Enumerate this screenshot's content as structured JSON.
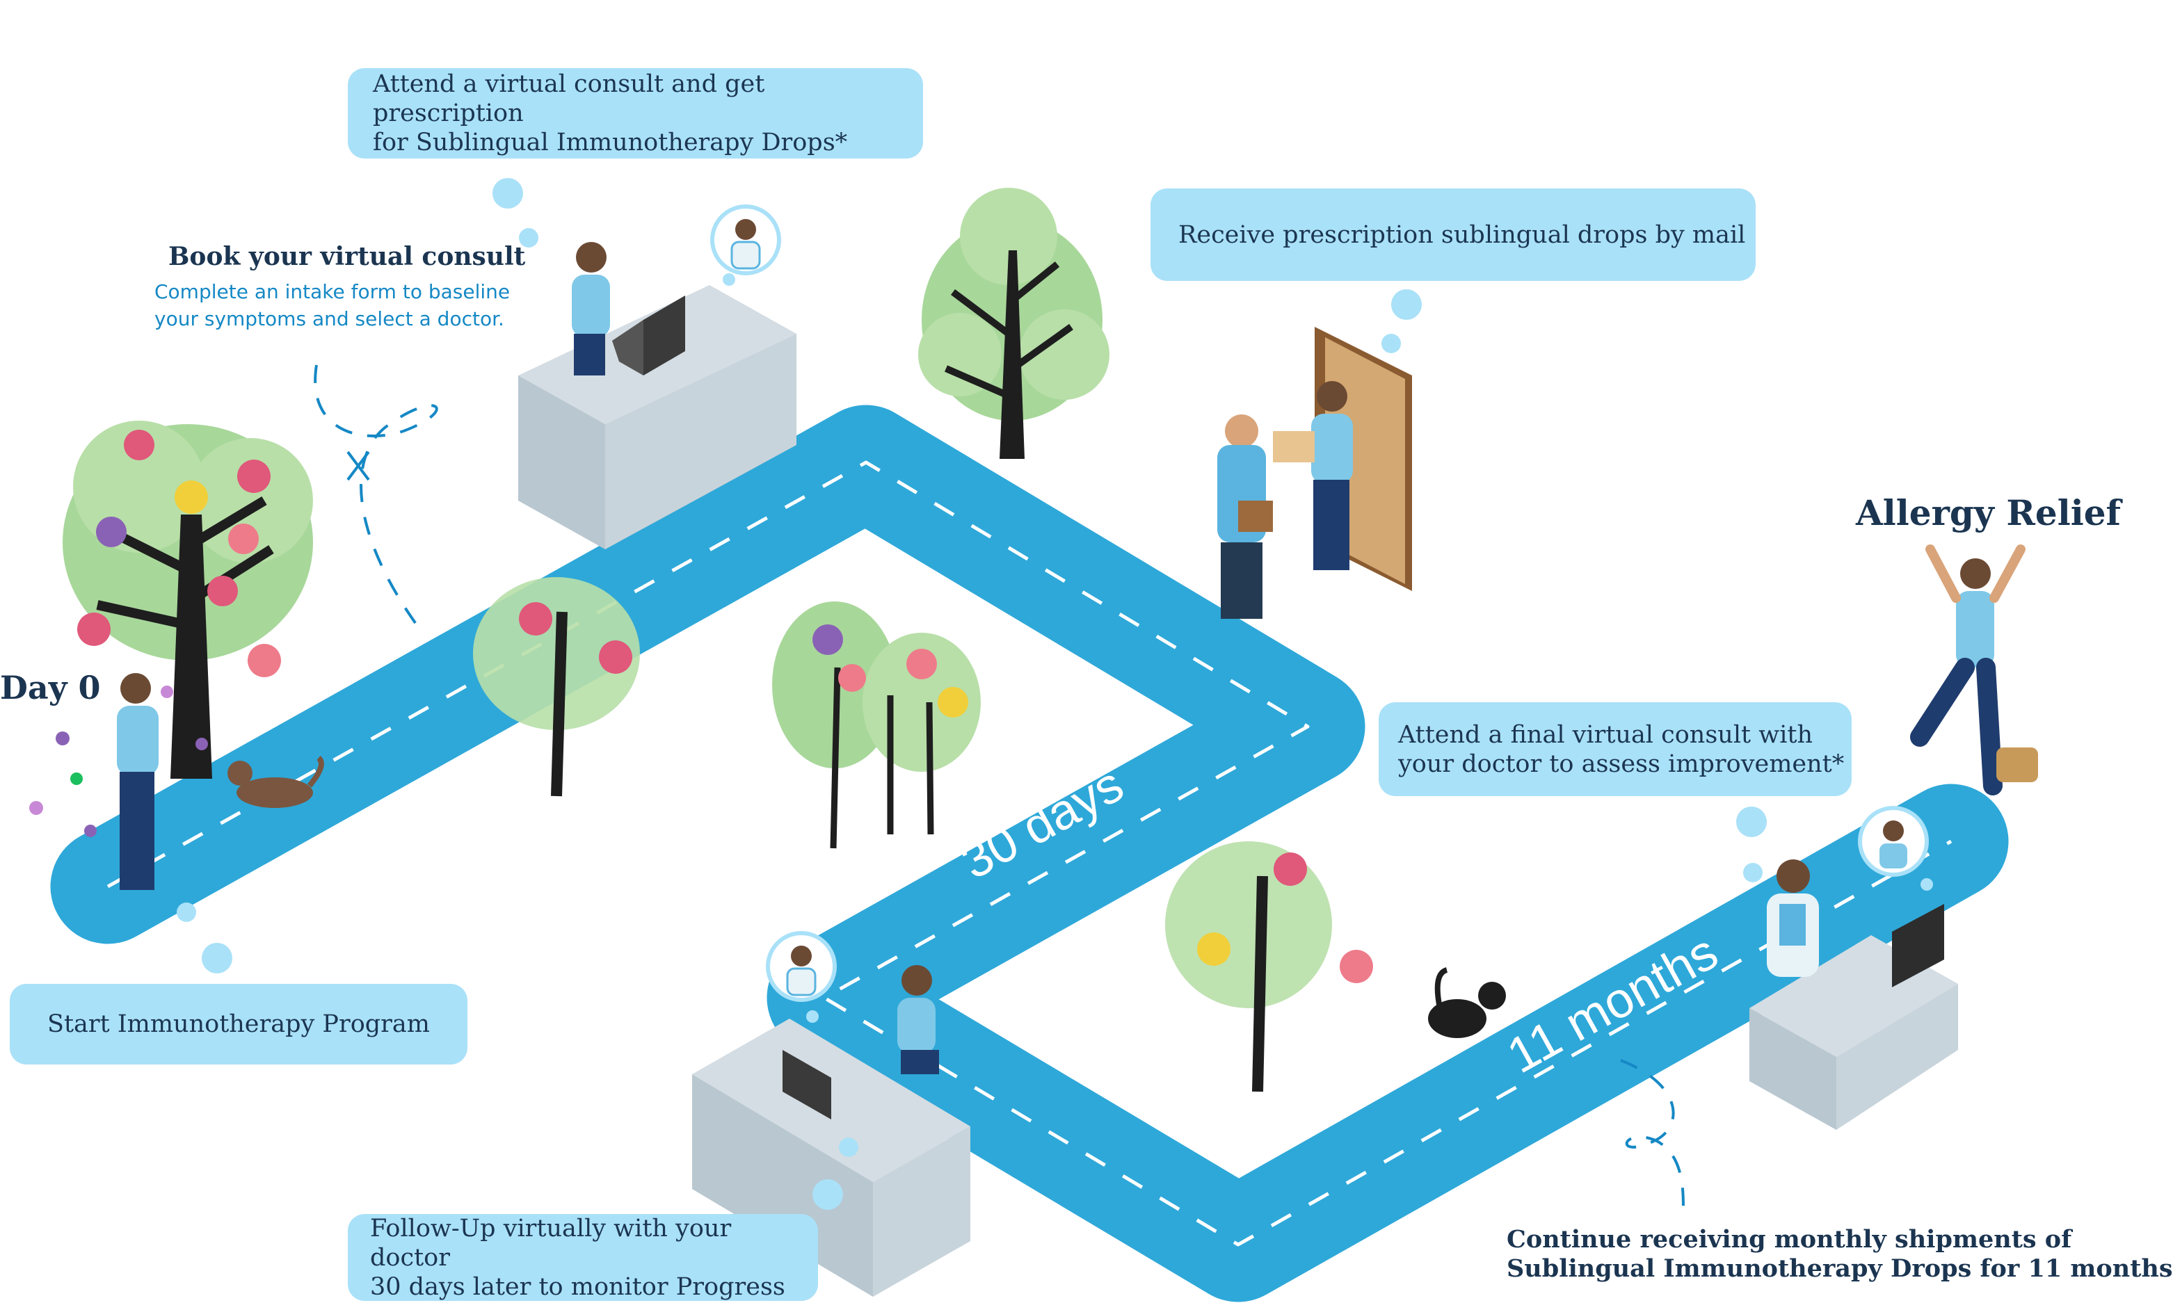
{
  "colors": {
    "road": "#2ea8d9",
    "road_dash": "#ffffff",
    "bubble": "#a9e1f8",
    "heading_text": "#1b3551",
    "sub_text": "#1588c5",
    "tree_leaf": "#a8d79a",
    "tree_trunk": "#1e1e1e"
  },
  "steps": {
    "start": "Start Immunotherapy Program",
    "book": {
      "title": "Book your virtual consult",
      "desc_line1": "Complete an intake form to baseline",
      "desc_line2": "your symptoms and select a doctor."
    },
    "consult": {
      "line1": "Attend a virtual consult and get prescription",
      "line2": "for Sublingual Immunotherapy Drops*"
    },
    "receive": "Receive prescription sublingual drops by mail",
    "followup": {
      "line1": "Follow-Up virtually with your doctor",
      "line2": "30 days later to monitor Progress"
    },
    "final": {
      "line1": "Attend a final virtual consult with",
      "line2": "your doctor to assess improvement*"
    },
    "continue": {
      "line1": "Continue receiving monthly shipments of",
      "line2": "Sublingual Immunotherapy Drops for 11 months"
    }
  },
  "milestones": {
    "day0": "Day 0",
    "relief": "Allergy Relief"
  },
  "road_labels": {
    "thirty_days": "30 days",
    "eleven_months": "11 months"
  },
  "icons": [
    "doctor-avatar-icon",
    "patient-avatar-icon",
    "flowering-tree-icon",
    "laptop-icon",
    "desk-icon",
    "door-icon",
    "cat-icon"
  ]
}
